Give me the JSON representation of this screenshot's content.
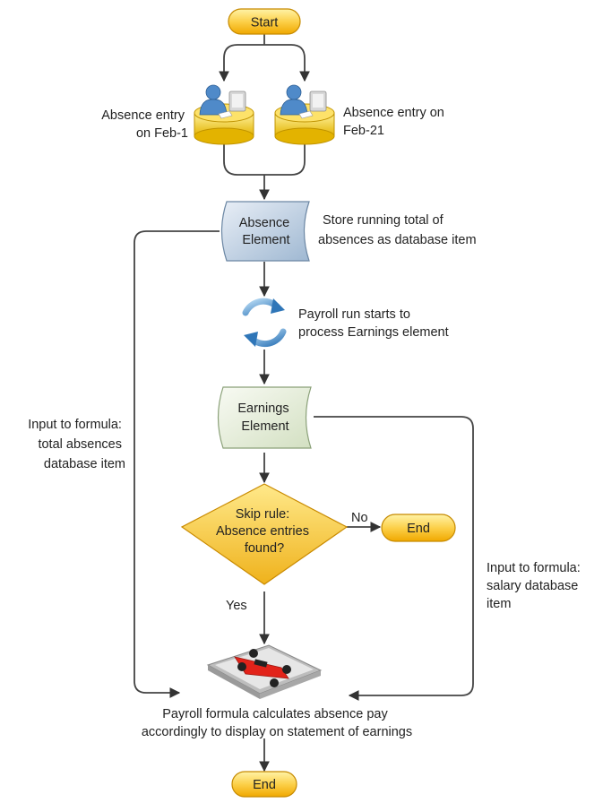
{
  "nodes": {
    "start": "Start",
    "absence_element": [
      "Absence",
      "Element"
    ],
    "earnings_element": [
      "Earnings",
      "Element"
    ],
    "skip_rule": [
      "Skip rule:",
      "Absence entries",
      "found?"
    ],
    "end_no": "End",
    "end_final": "End"
  },
  "annotations": {
    "absence_feb1": [
      "Absence entry",
      "on Feb-1"
    ],
    "absence_feb21": [
      "Absence entry on",
      "Feb-21"
    ],
    "store_total": [
      "Store running total of",
      "absences as database item"
    ],
    "payroll_run": [
      "Payroll run starts to",
      "process Earnings element"
    ],
    "input_total": [
      "Input to formula:",
      "total absences",
      "database item"
    ],
    "input_salary": [
      "Input to formula:",
      "salary database",
      "item"
    ],
    "formula_calc": [
      "Payroll formula calculates absence pay",
      "accordingly to display on statement of earnings"
    ]
  },
  "edge_labels": {
    "no": "No",
    "yes": "Yes"
  },
  "colors": {
    "terminator_fill": "#fcd04a",
    "terminator_stroke": "#c68a00",
    "absence_fill": "#b9cde0",
    "earnings_fill": "#e4ecd9",
    "decision_fill": "#f7c33a",
    "cylinder_fill": "#f5cf2a",
    "line": "#444444"
  },
  "icons": [
    "user-desk-icon",
    "user-desk-icon",
    "refresh-cycle-icon",
    "race-car-formula-icon"
  ]
}
